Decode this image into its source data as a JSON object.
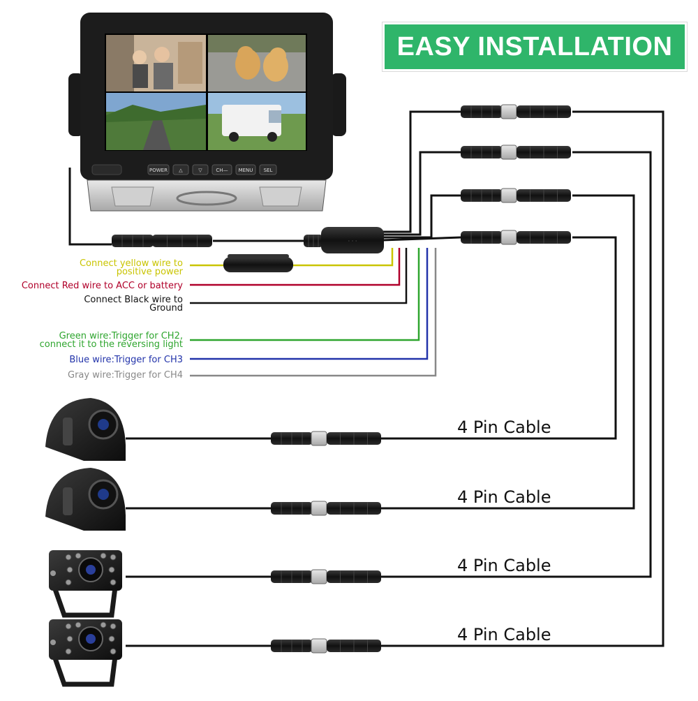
{
  "banner": {
    "title": "EASY INSTALLATION"
  },
  "monitor": {
    "buttons": [
      "POWER",
      "△",
      "▽",
      "CH—",
      "MENU",
      "SEL"
    ],
    "quad_views": [
      "driver-view",
      "dogs-view",
      "road-view",
      "van-view"
    ]
  },
  "wires": [
    {
      "id": "yellow",
      "label_lines": [
        "Connect yellow wire to",
        "positive power"
      ],
      "color": "#c9c400"
    },
    {
      "id": "red",
      "label_lines": [
        "Connect Red wire to ACC or battery"
      ],
      "color": "#b0002a"
    },
    {
      "id": "black",
      "label_lines": [
        "Connect Black wire to",
        "Ground"
      ],
      "color": "#111111"
    },
    {
      "id": "green",
      "label_lines": [
        "Green wire:Trigger for CH2,",
        "connect it to the reversing light"
      ],
      "color": "#2ea52e"
    },
    {
      "id": "blue",
      "label_lines": [
        "Blue wire:Trigger for CH3"
      ],
      "color": "#2233aa"
    },
    {
      "id": "gray",
      "label_lines": [
        "Gray wire:Trigger for CH4"
      ],
      "color": "#888888"
    }
  ],
  "cameras": [
    {
      "id": "cam1",
      "type": "side-dome",
      "cable_label": "4 Pin Cable"
    },
    {
      "id": "cam2",
      "type": "side-dome",
      "cable_label": "4 Pin Cable"
    },
    {
      "id": "cam3",
      "type": "ir-box",
      "cable_label": "4 Pin Cable"
    },
    {
      "id": "cam4",
      "type": "ir-box",
      "cable_label": "4 Pin Cable"
    }
  ],
  "colors": {
    "banner_bg": "#2fb56a",
    "cable": "#111111"
  }
}
